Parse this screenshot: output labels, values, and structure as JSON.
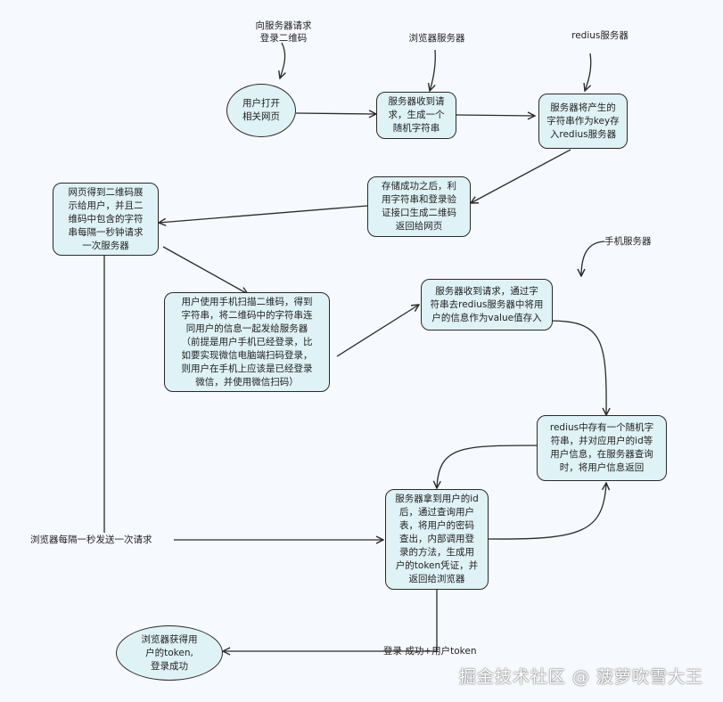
{
  "nodes": {
    "open_page": "用户打开\n相关网页",
    "server_recv": "服务器收到请\n求，生成一个\n随机字符串",
    "redis_store": "服务器将产生的\n字符串作为key存\n入redius服务器",
    "store_success": "存储成功之后，利\n用字符串和登录验\n证接口生成二维码\n返回给网页",
    "page_show": "网页得到二维码展\n示给用户，并且二\n维码中包含的字符\n串每隔一秒钟请求\n一次服务器",
    "user_scan": "用户使用手机扫描二维码，得到\n字符串，将二维码中的字符串连\n同用户的信息一起发给服务器\n（前提是用户手机已经登录，比\n如要实现微信电脑端扫码登录，\n则用户在手机上应该是已经登录\n微信，并使用微信扫码）",
    "server_recv2": "服务器收到请求，通过字\n符串去redius服务器中将用\n户的信息作为value值存入",
    "redis_has": "redius中存有一个随机字\n符串，并对应用户的id等\n用户信息，在服务器查询\n时，将用户信息返回",
    "server_get_id": "服务器拿到用户的id\n后，通过查询用户\n表，将用户的密码\n查出，内部调用登\n录的方法，生成用\n户的token凭证，并\n返回给浏览器",
    "browser_token": "浏览器获得用\n户的token,\n登录成功"
  },
  "labels": {
    "qr_request": "向服务器请求\n登录二维码",
    "browser_server": "浏览器服务器",
    "redius_server": "redius服务器",
    "mobile_server": "手机服务器",
    "browser_poll": "浏览器每隔一秒发送一次请求",
    "login_success": "登录 成功+用户token"
  },
  "watermark": "掘金技术社区 @ 菠萝吹雪大王"
}
